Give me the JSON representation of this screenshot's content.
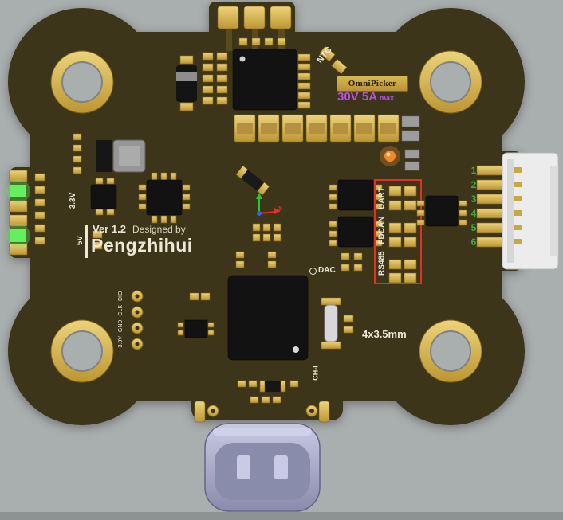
{
  "colors": {
    "background": "#a9aeae",
    "board": "#3d3519",
    "gold": "#c9a843",
    "silkscreen": "#ece8d8",
    "rating_text": "#bb4fe0",
    "annotation_red": "#e23028",
    "led_green": "#63ef5e",
    "led_orange": "#f08a28",
    "pin_number_green": "#3cae3f",
    "usb_shell": "#b4b5d4"
  },
  "board": {
    "badge": "OmniPicker",
    "rating": "30V 5A",
    "rating_suffix": "max",
    "ntc": "NTC",
    "version": "Ver 1.2",
    "designed_by": "Designed by",
    "author": "Pengzhihui",
    "rail_3v3": "3.3V",
    "rail_5v": "5V",
    "dac": "DAC",
    "ch1": "CH-I",
    "hole_size": "4x3.5mm",
    "interfaces": "RS485 FDCAN UART",
    "debug_header": "3.3V GND CLK DIO",
    "axis_x": "x"
  },
  "connector": {
    "pins": [
      "1",
      "2",
      "3",
      "4",
      "5",
      "6"
    ]
  }
}
